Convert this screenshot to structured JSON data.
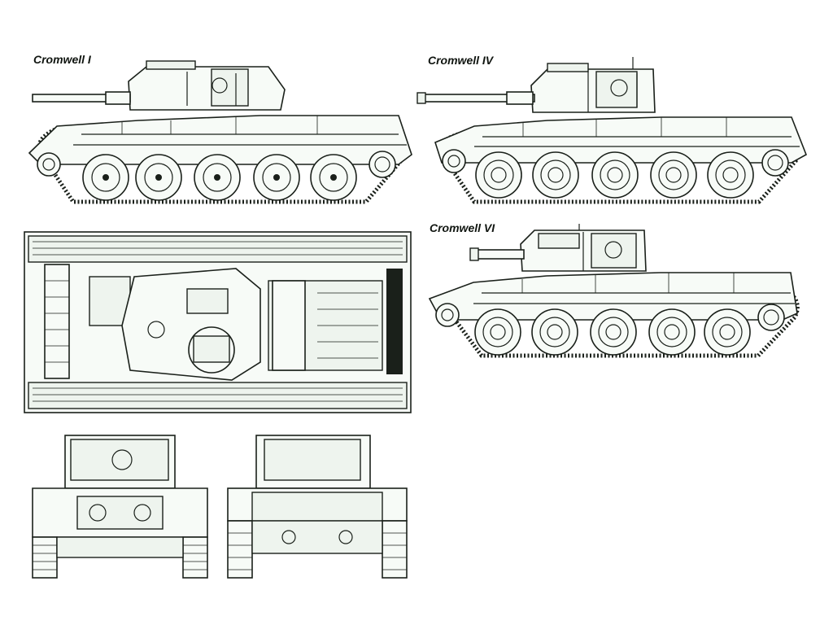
{
  "labels": {
    "cromwell_1": "Cromwell I",
    "cromwell_4": "Cromwell IV",
    "cromwell_6": "Cromwell VI"
  },
  "colors": {
    "ink": "#1a201a",
    "paper": "#ffffff"
  }
}
